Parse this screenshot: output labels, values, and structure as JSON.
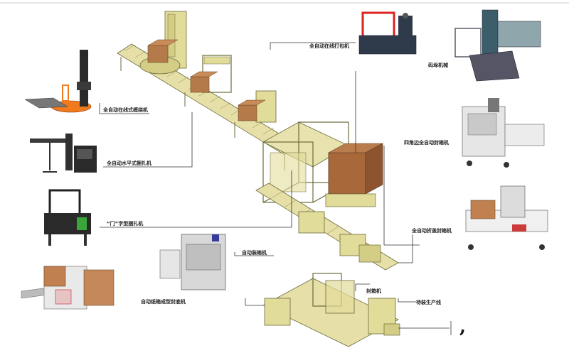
{
  "diagram": {
    "title": "",
    "labels": {
      "stretch_wrap": "全自动在线式缠绕机",
      "horizontal_strapper": "全自动水平式捆扎机",
      "door_strapper": "“门”字型捆扎机",
      "auto_strapper_top": "全自动在线打包机",
      "code_sprayer": "码垛机械",
      "four_corner_sealer": "四角边全自动封箱机",
      "side_sealer": "全自动折盖封箱机",
      "case_erector_small": "自动装箱机",
      "case_erector_sealer": "自动纸箱成型封底机",
      "sealer": "封箱机",
      "product_line": "待装生产线"
    }
  },
  "colors": {
    "machine_yellow": "#e2dc9a",
    "machine_stroke": "#6b6a3a",
    "box_brown": "#b47a4a",
    "roller": "#c9c49a",
    "leader": "#333333"
  }
}
